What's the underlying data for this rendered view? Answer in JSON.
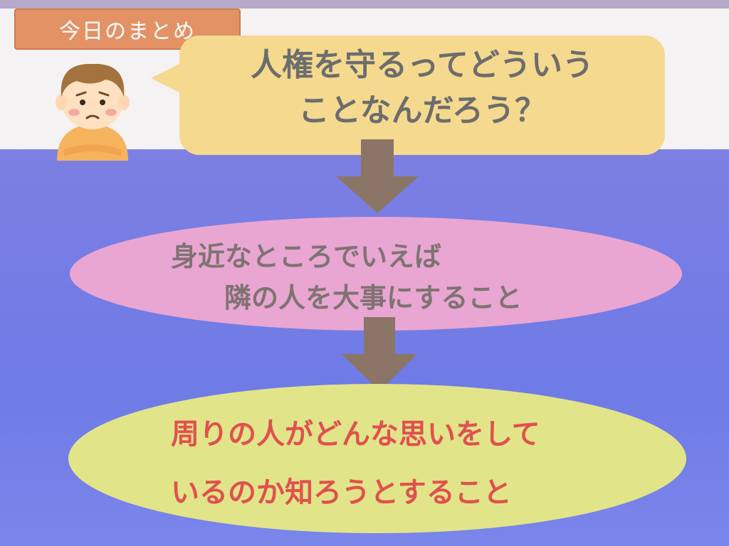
{
  "header": {
    "title": "今日のまとめ"
  },
  "question": {
    "line1": "人権を守るってどういう",
    "line2": "ことなんだろう？"
  },
  "answer1": {
    "line1": "身近なところでいえば",
    "line2": "隣の人を大事にすること"
  },
  "answer2": {
    "line1": "周りの人がどんな思いをして",
    "line2": "いるのか知ろうとすること"
  },
  "icons": {
    "character": "thinking-child-icon",
    "arrows": "down-arrow-icon"
  },
  "colors": {
    "background": "#7a7ee3",
    "title_tag": "#e39266",
    "bubble": "#f4d98f",
    "pink_ellipse": "#e9a6d2",
    "yellow_ellipse": "#e2e48a",
    "arrow": "#8b7567",
    "answer2_text": "#e0514e"
  }
}
